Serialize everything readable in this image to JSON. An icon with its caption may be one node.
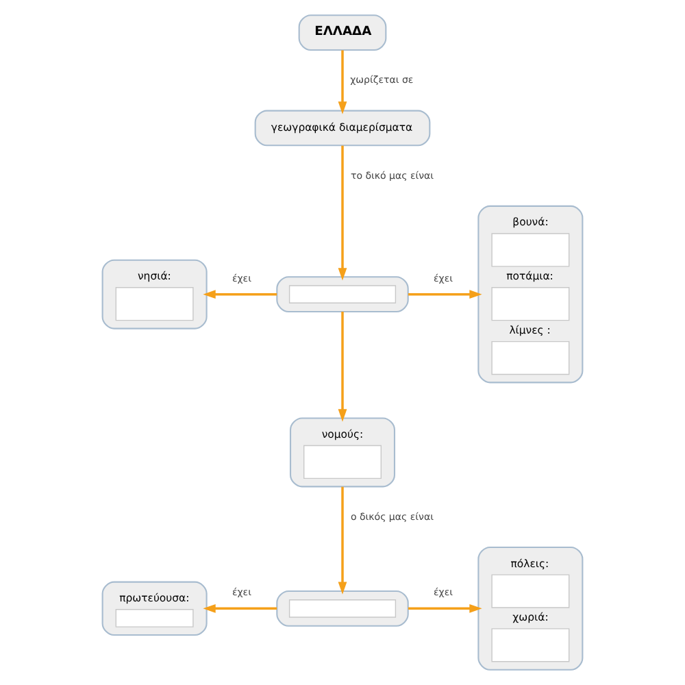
{
  "diagram": {
    "nodes": [
      {
        "text": [
          "ΕΛΛΑΔΑ"
        ]
      },
      {
        "text": [
          "γεωγραφικά διαμερίσματα"
        ]
      },
      {
        "text": [],
        "shape": "box"
      },
      {
        "text": [
          "νησιά:"
        ]
      },
      {
        "text": [
          "βουνά:",
          "ποτάμια:",
          "λίμνες :"
        ]
      },
      {
        "text": [
          "νομούς:"
        ]
      },
      {
        "text": [],
        "shape": "box"
      },
      {
        "text": [
          "πρωτεύουσα:"
        ]
      },
      {
        "text": [
          "πόλεις:",
          "χωριά:"
        ]
      }
    ],
    "edges": [
      {
        "from": 0,
        "to": 1,
        "arrow": "to",
        "label": "χωρίζεται σε"
      },
      {
        "from": 1,
        "to": 2,
        "arrow": "to",
        "label": "το δικό μας είναι"
      },
      {
        "from": 2,
        "to": 3,
        "arrow": "to",
        "label": "έχει"
      },
      {
        "from": 2,
        "to": 4,
        "arrow": "to",
        "label": "έχει"
      },
      {
        "from": 2,
        "to": 5,
        "arrow": "to"
      },
      {
        "from": 5,
        "to": 6,
        "arrow": "to",
        "label": "ο δικός μας είναι"
      },
      {
        "from": 6,
        "to": 7,
        "arrow": "to",
        "label": "έχει"
      },
      {
        "from": 6,
        "to": 8,
        "arrow": "to",
        "label": "έχει"
      }
    ]
  }
}
